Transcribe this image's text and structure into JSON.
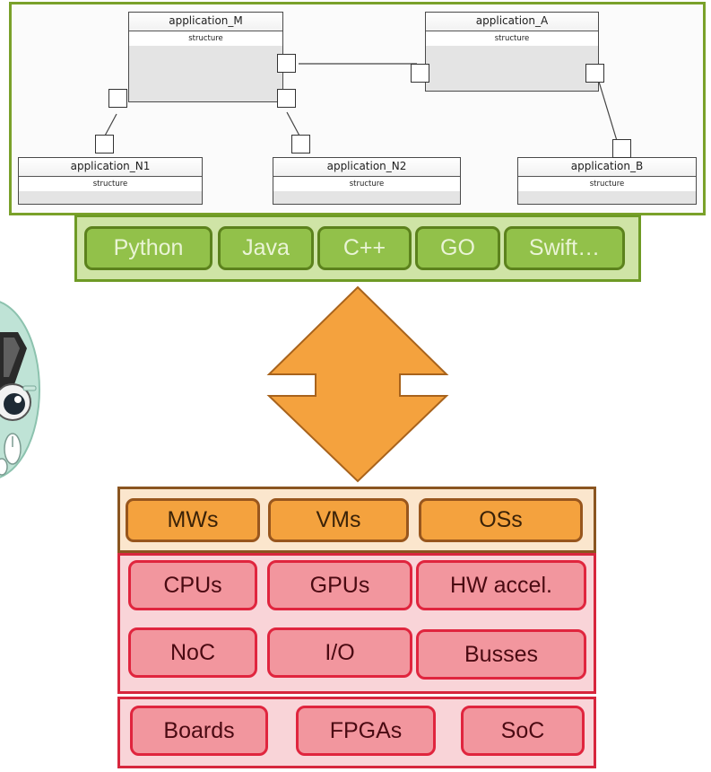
{
  "diagram": {
    "components": {
      "application_m": {
        "name": "application_M",
        "body": "structure"
      },
      "application_a": {
        "name": "application_A",
        "body": "structure"
      },
      "application_n1": {
        "name": "application_N1",
        "body": "structure"
      },
      "application_n2": {
        "name": "application_N2",
        "body": "structure"
      },
      "application_b": {
        "name": "application_B",
        "body": "structure"
      }
    },
    "languages": [
      "Python",
      "Java",
      "C++",
      "GO",
      "Swift…"
    ],
    "middleware": [
      "MWs",
      "VMs",
      "OSs"
    ],
    "hardware_row1": [
      "CPUs",
      "GPUs",
      "HW accel."
    ],
    "hardware_row2": [
      "NoC",
      "I/O",
      "Busses"
    ],
    "platforms": [
      "Boards",
      "FPGAs",
      "SoC"
    ]
  },
  "colors": {
    "frame_green": "#7aa12a",
    "lang_fill": "#92c14a",
    "arrow_orange": "#f4a23e",
    "mw_fill": "#f4a23e",
    "hw_border": "#d7263d",
    "hw_fill": "#f2969e"
  }
}
